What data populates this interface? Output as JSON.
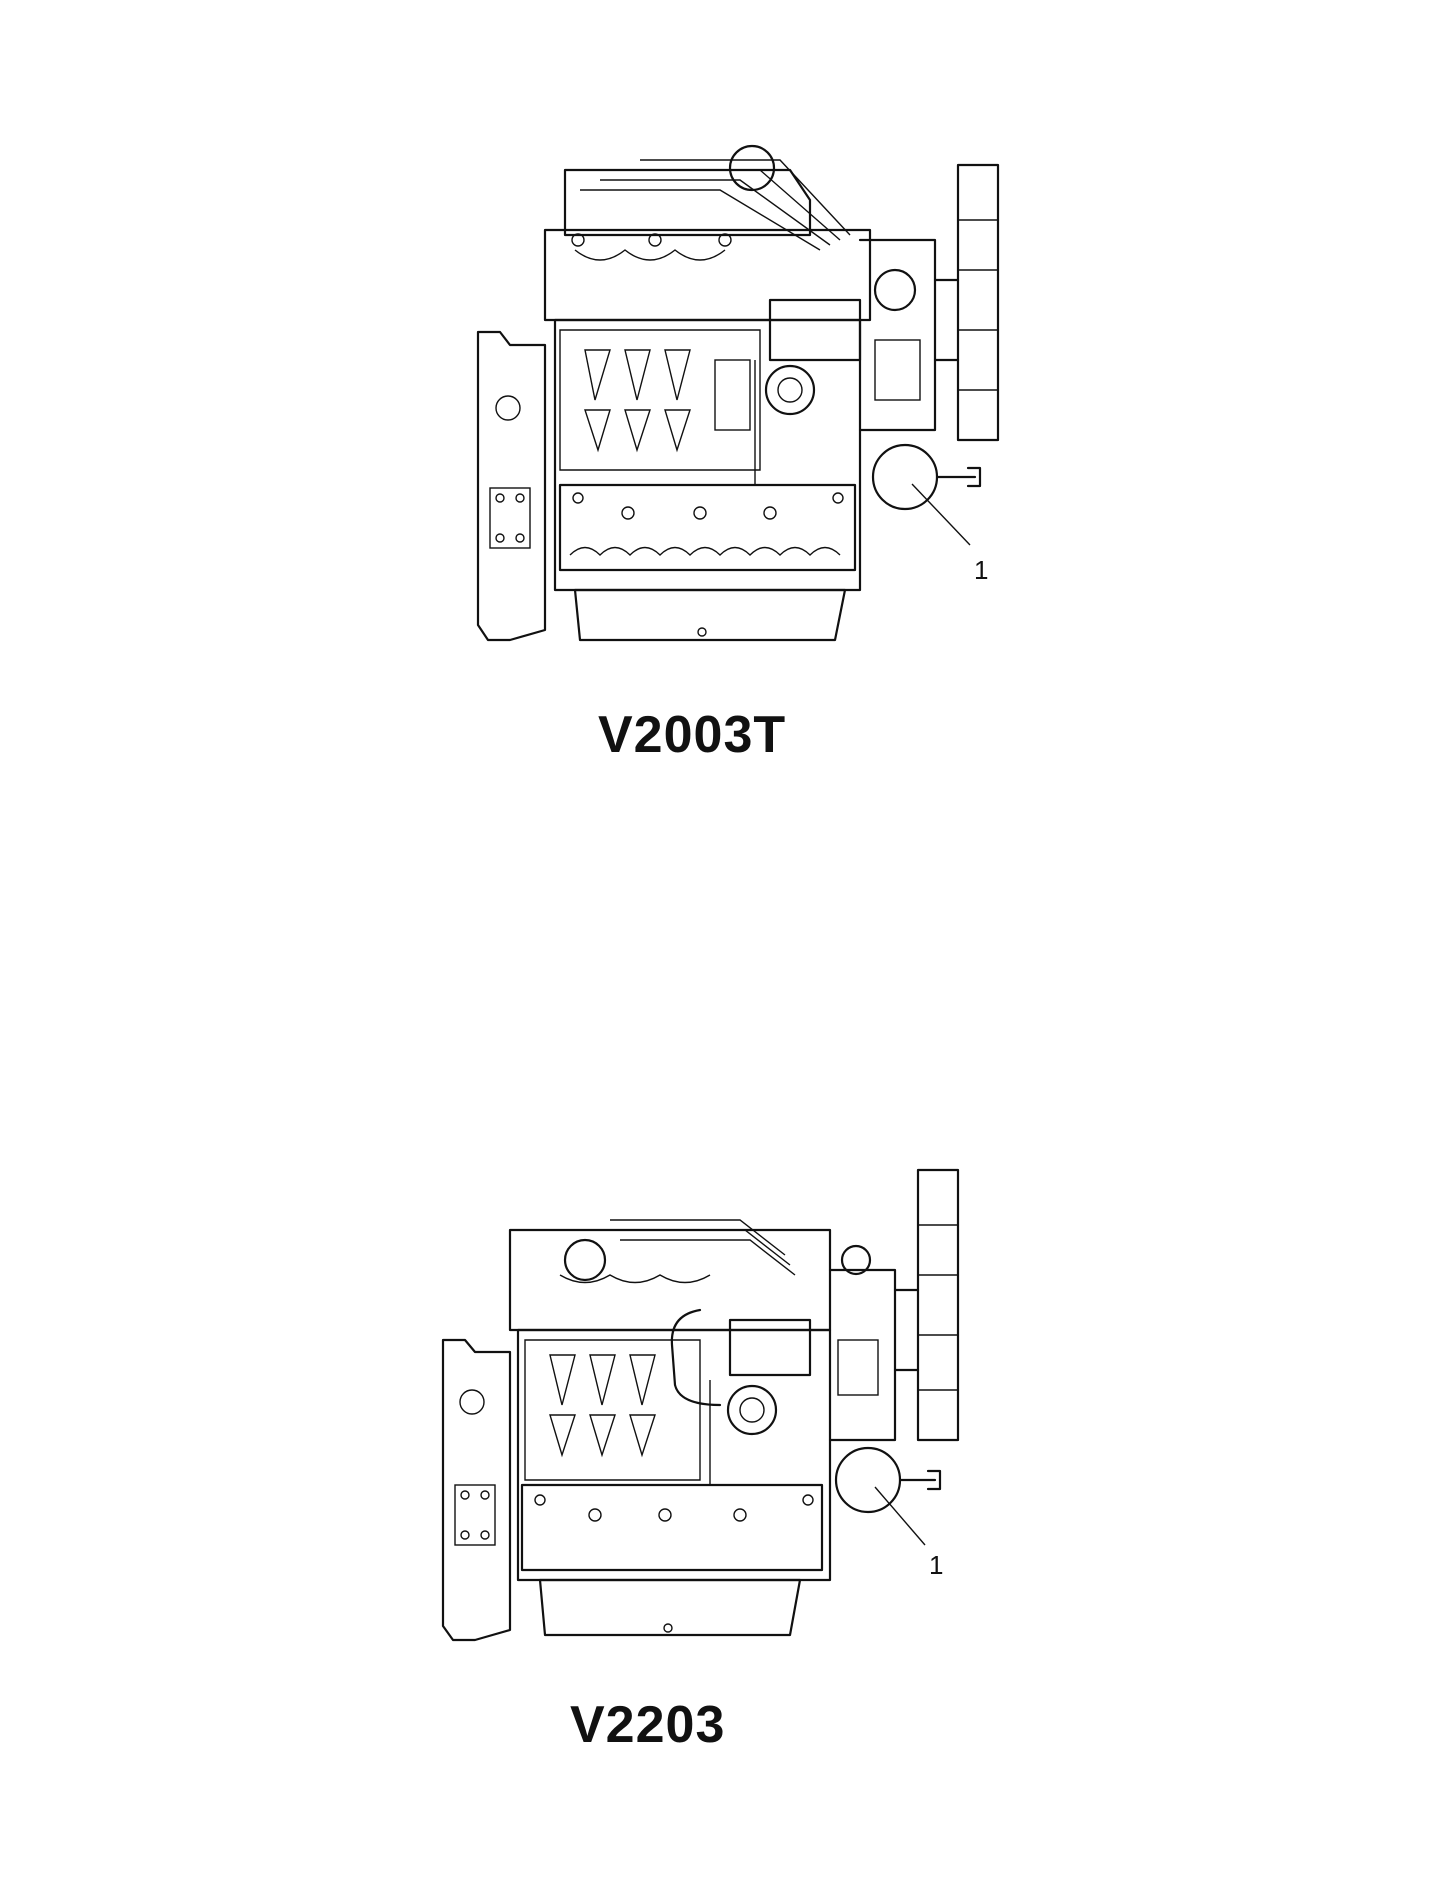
{
  "figures": [
    {
      "model": "V2003T",
      "callout": "1"
    },
    {
      "model": "V2203",
      "callout": "1"
    }
  ]
}
